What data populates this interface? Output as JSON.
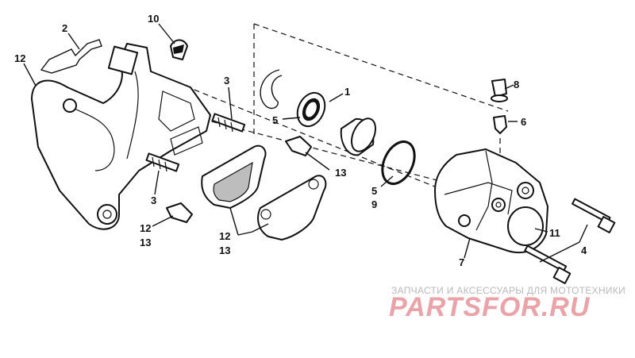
{
  "callouts": [
    {
      "id": "c2",
      "text": "2"
    },
    {
      "id": "c12a",
      "text": "12"
    },
    {
      "id": "c10",
      "text": "10"
    },
    {
      "id": "c3a",
      "text": "3"
    },
    {
      "id": "c1",
      "text": "1"
    },
    {
      "id": "c5a",
      "text": "5"
    },
    {
      "id": "c8",
      "text": "8"
    },
    {
      "id": "c6",
      "text": "6"
    },
    {
      "id": "c13a",
      "text": "13"
    },
    {
      "id": "c3b",
      "text": "3"
    },
    {
      "id": "c5b",
      "text": "5"
    },
    {
      "id": "c9",
      "text": "9"
    },
    {
      "id": "c11",
      "text": "11"
    },
    {
      "id": "c12b",
      "text": "12"
    },
    {
      "id": "c13b",
      "text": "13"
    },
    {
      "id": "c12c",
      "text": "12"
    },
    {
      "id": "c13c",
      "text": "13"
    },
    {
      "id": "c7",
      "text": "7"
    },
    {
      "id": "c4",
      "text": "4"
    }
  ],
  "watermark": {
    "tagline": "ЗАПЧАСТИ И АКСЕССУАРЫ ДЛЯ МОТОТЕХНИКИ",
    "brand": "PARTSFOR.RU",
    "color": "#e9a3a9"
  }
}
